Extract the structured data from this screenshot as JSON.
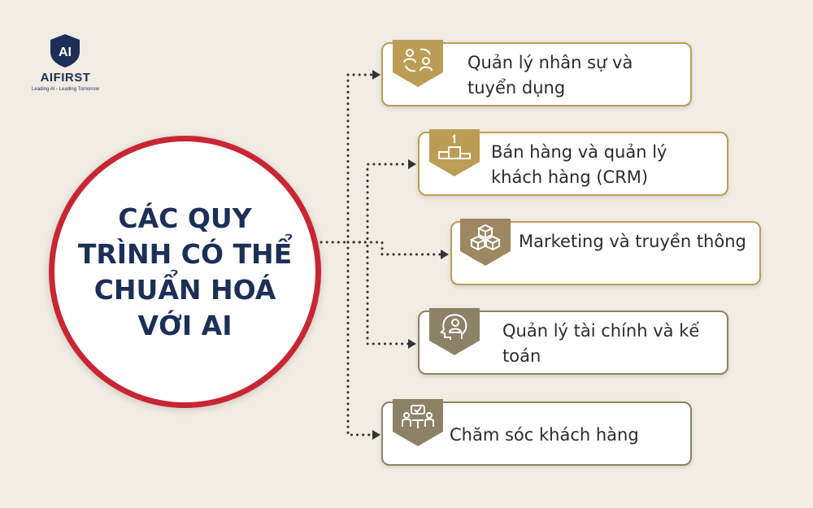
{
  "brand": {
    "name": "AIFIRST",
    "tagline": "Leading AI - Leading Tomorrow",
    "shield_text": "AI",
    "color": "#1c2f58"
  },
  "center": {
    "title": "CÁC QUY TRÌNH CÓ THỂ CHUẨN HOÁ VỚI AI",
    "border_color": "#c92533"
  },
  "items": [
    {
      "label": "Quản lý nhân sự và tuyển dụng",
      "icon": "people-exchange-icon",
      "color": "#bc9d55"
    },
    {
      "label": "Bán hàng và quản lý khách hàng (CRM)",
      "icon": "podium-icon",
      "color": "#bc9d55"
    },
    {
      "label": "Marketing và truyền thông",
      "icon": "boxes-icon",
      "color": "#9e8862"
    },
    {
      "label": "Quản lý tài chính và kế toán",
      "icon": "head-person-icon",
      "color": "#8e8266"
    },
    {
      "label": "Chăm sóc khách hàng",
      "icon": "support-team-icon",
      "color": "#8e8266"
    }
  ]
}
